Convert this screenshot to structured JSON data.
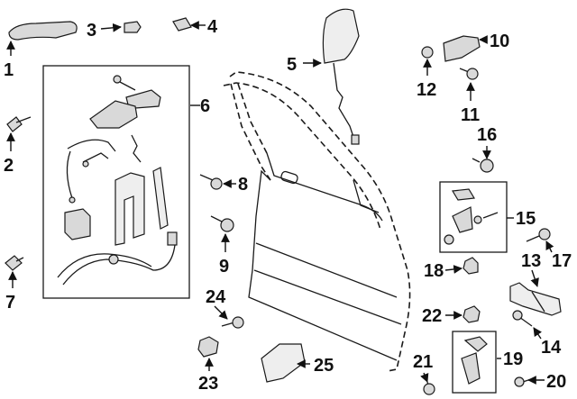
{
  "callouts": [
    "1",
    "2",
    "3",
    "4",
    "5",
    "6",
    "7",
    "8",
    "9",
    "10",
    "11",
    "12",
    "13",
    "14",
    "15",
    "16",
    "17",
    "18",
    "19",
    "20",
    "21",
    "22",
    "23",
    "24",
    "25"
  ],
  "colors": {
    "line": "#1a1a1a",
    "fill": "#d9d9d9",
    "background": "#ffffff"
  }
}
